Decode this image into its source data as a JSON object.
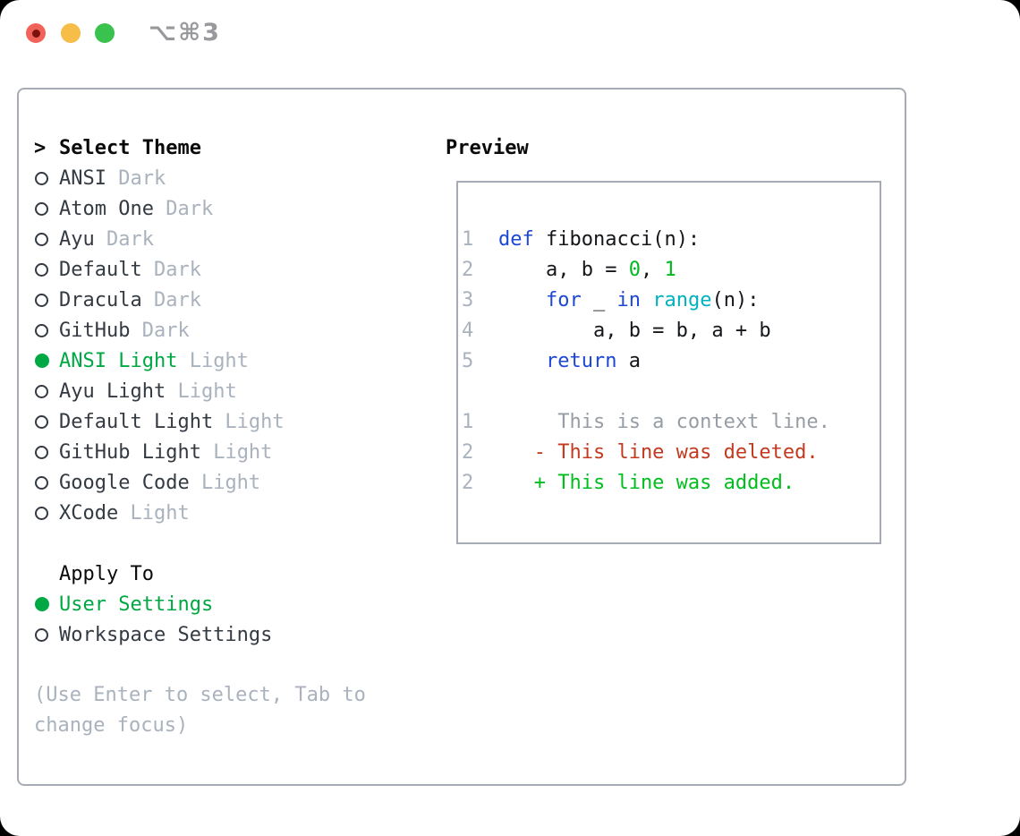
{
  "titlebar": {
    "shortcut": "⌥⌘3"
  },
  "theme_selector": {
    "header": {
      "prefix": ">",
      "label": "Select Theme"
    },
    "items": [
      {
        "name": "ANSI",
        "tag": "Dark",
        "selected": false
      },
      {
        "name": "Atom One",
        "tag": "Dark",
        "selected": false
      },
      {
        "name": "Ayu",
        "tag": "Dark",
        "selected": false
      },
      {
        "name": "Default",
        "tag": "Dark",
        "selected": false
      },
      {
        "name": "Dracula",
        "tag": "Dark",
        "selected": false
      },
      {
        "name": "GitHub",
        "tag": "Dark",
        "selected": false
      },
      {
        "name": "ANSI Light",
        "tag": "Light",
        "selected": true
      },
      {
        "name": "Ayu Light",
        "tag": "Light",
        "selected": false
      },
      {
        "name": "Default Light",
        "tag": "Light",
        "selected": false
      },
      {
        "name": "GitHub Light",
        "tag": "Light",
        "selected": false
      },
      {
        "name": "Google Code",
        "tag": "Light",
        "selected": false
      },
      {
        "name": "XCode",
        "tag": "Light",
        "selected": false
      }
    ]
  },
  "apply_to": {
    "header": "Apply To",
    "options": [
      {
        "label": "User Settings",
        "selected": true
      },
      {
        "label": "Workspace Settings",
        "selected": false
      }
    ]
  },
  "hint": {
    "line1": "(Use Enter to select, Tab to",
    "line2": "change focus)"
  },
  "preview": {
    "header": "Preview",
    "lines": [
      {
        "num": "1",
        "tokens": [
          [
            "def",
            "kw"
          ],
          [
            " fibonacci(n):",
            "plain"
          ]
        ]
      },
      {
        "num": "2",
        "tokens": [
          [
            "    a, b = ",
            "plain"
          ],
          [
            "0",
            "num"
          ],
          [
            ", ",
            "plain"
          ],
          [
            "1",
            "num"
          ]
        ]
      },
      {
        "num": "3",
        "tokens": [
          [
            "    ",
            "plain"
          ],
          [
            "for",
            "kw"
          ],
          [
            " _ ",
            "plain"
          ],
          [
            "in",
            "kw"
          ],
          [
            " ",
            "plain"
          ],
          [
            "range",
            "builtin"
          ],
          [
            "(n):",
            "plain"
          ]
        ]
      },
      {
        "num": "4",
        "tokens": [
          [
            "        a, b = b, a + b",
            "plain"
          ]
        ]
      },
      {
        "num": "5",
        "tokens": [
          [
            "    ",
            "plain"
          ],
          [
            "return",
            "kw"
          ],
          [
            " a",
            "plain"
          ]
        ]
      },
      {
        "num": "",
        "tokens": []
      },
      {
        "num": "1",
        "tokens": [
          [
            "     This is a context line.",
            "context"
          ]
        ]
      },
      {
        "num": "2",
        "tokens": [
          [
            "   - This line was deleted.",
            "deleted"
          ]
        ]
      },
      {
        "num": "2",
        "tokens": [
          [
            "   + This line was added.",
            "added"
          ]
        ]
      }
    ]
  },
  "colors": {
    "selection_green": "#00a843",
    "added_green": "#00be1d",
    "deleted_red": "#c23a1f",
    "keyword_blue": "#1d47d5",
    "number_green": "#00b81f",
    "builtin_cyan": "#00b2bf",
    "muted_gray": "#a9b2bd",
    "context_gray": "#969da5",
    "text_dark": "#343a42",
    "heading_black": "#0a0a0a",
    "panel_border": "#a7acb4",
    "close_red": "#f0625a",
    "close_dot": "#7c120c",
    "minimize_yellow": "#f6bd48",
    "zoom_green": "#3ac24f",
    "titlebar_text": "#98999c"
  }
}
